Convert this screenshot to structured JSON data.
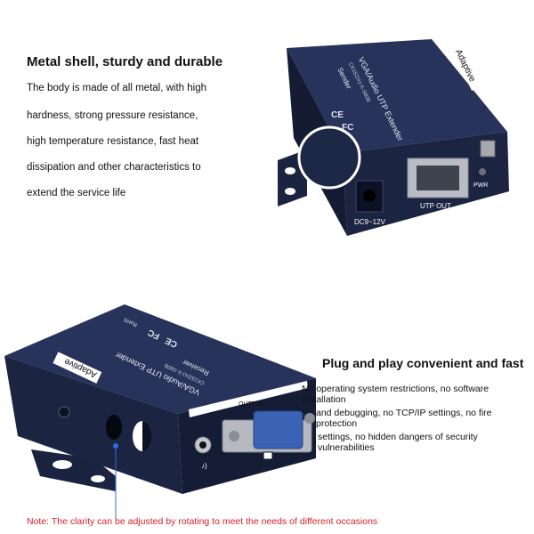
{
  "section1": {
    "heading": "Metal shell, sturdy and durable",
    "lines": [
      "The body is made of all metal, with high",
      "hardness, strong pressure resistance,",
      "high temperature resistance, fast heat",
      "dissipation and other characteristics to",
      "extend the service life"
    ]
  },
  "section2": {
    "heading": "Plug and play convenient and fast",
    "lines": [
      "No operating system restrictions, no software installation",
      "and debugging, no TCP/IP settings, no fire protection",
      "settings, no hidden dangers of security vulnerabilities"
    ]
  },
  "note": "Note: The clarity can be adjusted by rotating to meet the needs of different occasions",
  "sender": {
    "title": "VGA/Audio UTP Extender",
    "model": "CK15ZHJ-X-S60B",
    "role": "Sender",
    "badge": "Adaptive",
    "port_label": "UTP OUT",
    "power_label": "DC9~12V",
    "pwr_label": "PWR",
    "ce": "CE",
    "fc": "FC"
  },
  "receiver": {
    "title": "VGA/Audio UTP Extender",
    "model": "CK15ZHJ-X-S60B",
    "role": "Receiver",
    "badge": "Adaptive",
    "port_label": "OUTPUT",
    "ce": "CE",
    "fc": "FC",
    "rohs": "RoHS"
  },
  "colors": {
    "device": "#1f2a48",
    "device_dark": "#131b30",
    "vga_blue": "#3a63b5",
    "note_red": "#d8202a"
  }
}
